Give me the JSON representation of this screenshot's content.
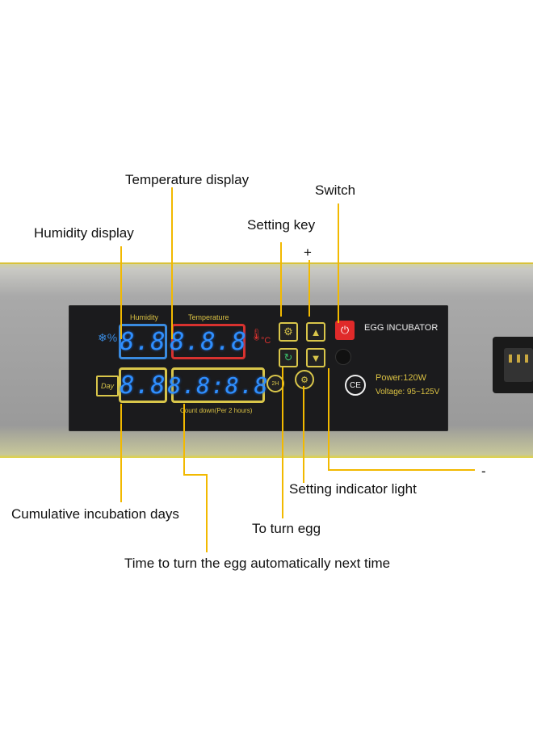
{
  "callouts": {
    "temperature_display": "Temperature display",
    "switch": "Switch",
    "humidity_display": "Humidity display",
    "setting_key": "Setting key",
    "plus": "+",
    "minus": "-",
    "setting_indicator_light": "Setting indicator light",
    "cumulative_days": "Cumulative incubation days",
    "to_turn_egg": "To turn egg",
    "time_to_turn": "Time to turn the egg automatically next time"
  },
  "panel": {
    "humidity_label": "Humidity",
    "temperature_label": "Temperature",
    "humidity_value": "8.8",
    "temperature_value": "8.8.8",
    "day_value": "8.8",
    "countdown_value": "8.8:8.8",
    "day_label": "Day",
    "countdown_label": "Count down(Per 2 hours)",
    "brand": "EGG INCUBATOR",
    "power": "Power:120W",
    "voltage": "Voltage: 95~125V",
    "ce_mark": "CE",
    "celsius": "°C",
    "turn_icon_text": "2H"
  },
  "colors": {
    "leader_line": "#f2b900",
    "led_blue": "#2f8fff",
    "panel_bg": "#1b1b1d",
    "accent_yellow": "#d9c64a",
    "switch_red": "#e02a2a"
  }
}
